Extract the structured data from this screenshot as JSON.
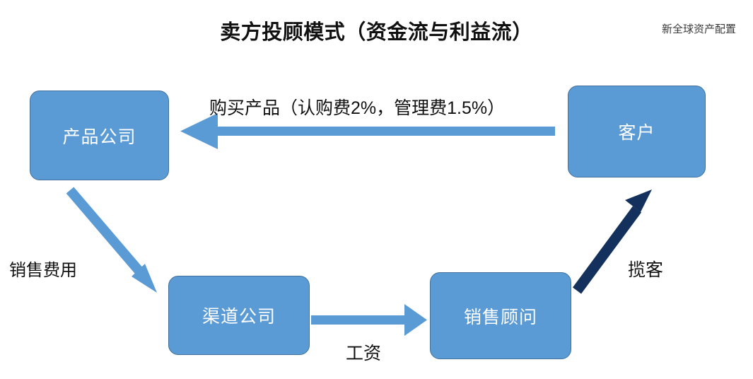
{
  "page": {
    "title": "卖方投顾模式（资金流与利益流）",
    "watermark": "新全球资产配置",
    "background_color": "#FFFFFF"
  },
  "theme": {
    "node_fill": "#5B9BD5",
    "node_border": "#41719C",
    "node_text": "#FFFFFF",
    "flow_arrow_color": "#5B9BD5",
    "benefit_arrow_color": "#13315C",
    "label_text": "#111111"
  },
  "nodes": [
    {
      "id": "product",
      "label": "产品公司"
    },
    {
      "id": "customer",
      "label": "客户"
    },
    {
      "id": "channel",
      "label": "渠道公司"
    },
    {
      "id": "advisor",
      "label": "销售顾问"
    }
  ],
  "edges": [
    {
      "id": "buy",
      "label": "购买产品（认购费2%，管理费1.5%）",
      "from": "customer",
      "to": "product",
      "color": "#5B9BD5",
      "direction": "left"
    },
    {
      "id": "sales-fee",
      "label": "销售费用",
      "from": "product",
      "to": "channel",
      "color": "#5B9BD5",
      "direction": "down-right"
    },
    {
      "id": "salary",
      "label": "工资",
      "from": "channel",
      "to": "advisor",
      "color": "#5B9BD5",
      "direction": "right"
    },
    {
      "id": "recruit",
      "label": "揽客",
      "from": "advisor",
      "to": "customer",
      "color": "#13315C",
      "direction": "up-right"
    }
  ]
}
